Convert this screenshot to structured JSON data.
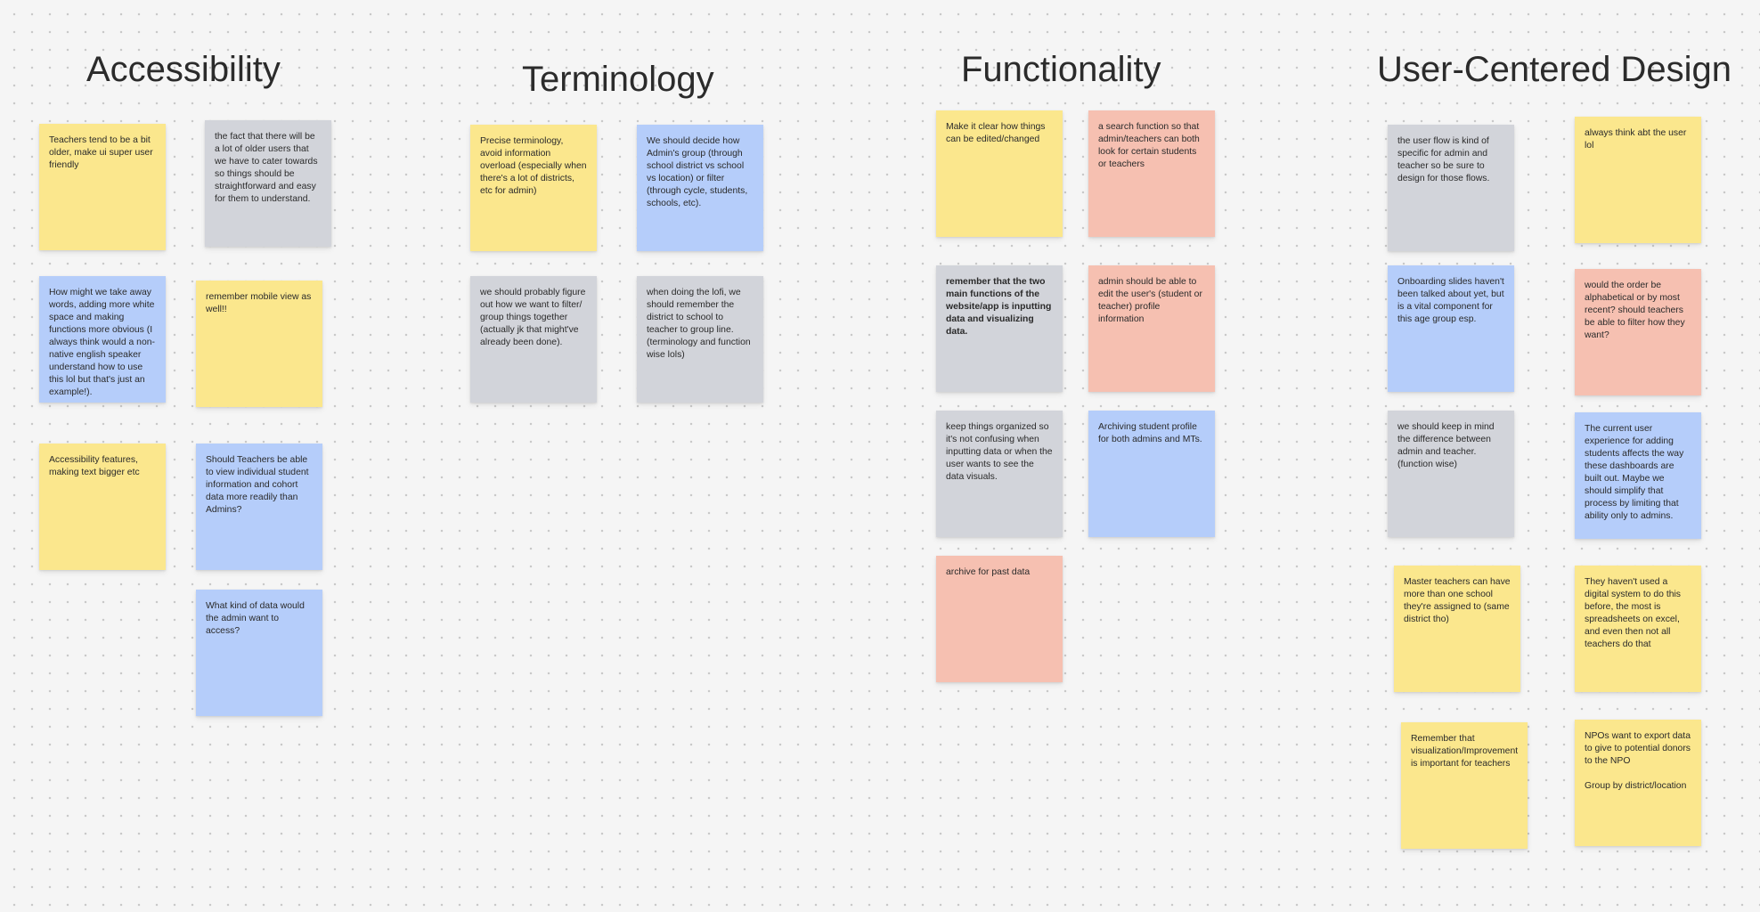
{
  "colors": {
    "yellow": "#fbe78d",
    "gray": "#d2d4da",
    "blue": "#b5cdfa",
    "salmon": "#f6c0b1"
  },
  "sections": {
    "accessibility": "Accessibility",
    "terminology": "Terminology",
    "functionality": "Functionality",
    "ucd": "User-Centered Design"
  },
  "notes": {
    "acc_1": "Teachers tend to be a bit older, make ui super user friendly",
    "acc_2": "the fact that there will be a lot of older users that we have to cater towards so things should be straightforward and easy for them to understand.",
    "acc_3": "How might we take away words, adding more white space and making functions more obvious (I always think would a non-native english speaker understand how to use this lol but that's just an example!).",
    "acc_4": "remember mobile view as well!!",
    "acc_5": "Accessibility features, making text bigger etc",
    "acc_6": "Should Teachers be able to view individual student information and cohort data more readily than Admins?",
    "acc_7": "What kind of data would the admin want to access?",
    "term_1": "Precise terminology, avoid information overload (especially when there's a lot of districts, etc for admin)",
    "term_2": "We should decide how Admin's group (through school district vs school vs location) or filter (through cycle, students, schools, etc).",
    "term_3": "we should probably figure out how we want to filter/ group things together (actually jk that might've already been done).",
    "term_4": "when doing the lofi, we should remember the district to school to teacher to group line. (terminology and function wise lols)",
    "func_1": "Make it clear how things can be edited/changed",
    "func_2": "a search function so that admin/teachers can both look for certain students or teachers",
    "func_3": "remember that the two main functions of the website/app is inputting data and visualizing data.",
    "func_4": "admin should be able to edit the user's (student or teacher) profile information",
    "func_5": "keep things organized so it's not confusing when inputting data or when the user wants to see the data visuals.",
    "func_6": "Archiving student profile for both admins and MTs.",
    "func_7": "archive for past data",
    "ucd_1": "the user flow is kind of specific for admin and teacher so be sure to design for those flows.",
    "ucd_2": "always think abt the user lol",
    "ucd_3": "Onboarding slides haven't been talked about yet, but is a vital component for this age group esp.",
    "ucd_4": "would the order be alphabetical or by most recent? should teachers be able to filter how they want?",
    "ucd_5": "we should keep in mind the difference between admin and teacher. (function wise)",
    "ucd_6": "The current user experience for adding students affects the way these dashboards are built out. Maybe we should simplify that process by limiting that ability only to admins.",
    "ucd_7": "Master teachers can have more than one school they're assigned to (same district tho)",
    "ucd_8": "They haven't used a digital system to do this before, the most is spreadsheets on excel, and even then not all teachers do that",
    "ucd_9": "Remember that visualization/Improvement is important for teachers",
    "ucd_10": "NPOs want to export data to give to potential donors to the NPO\n\nGroup by district/location"
  }
}
